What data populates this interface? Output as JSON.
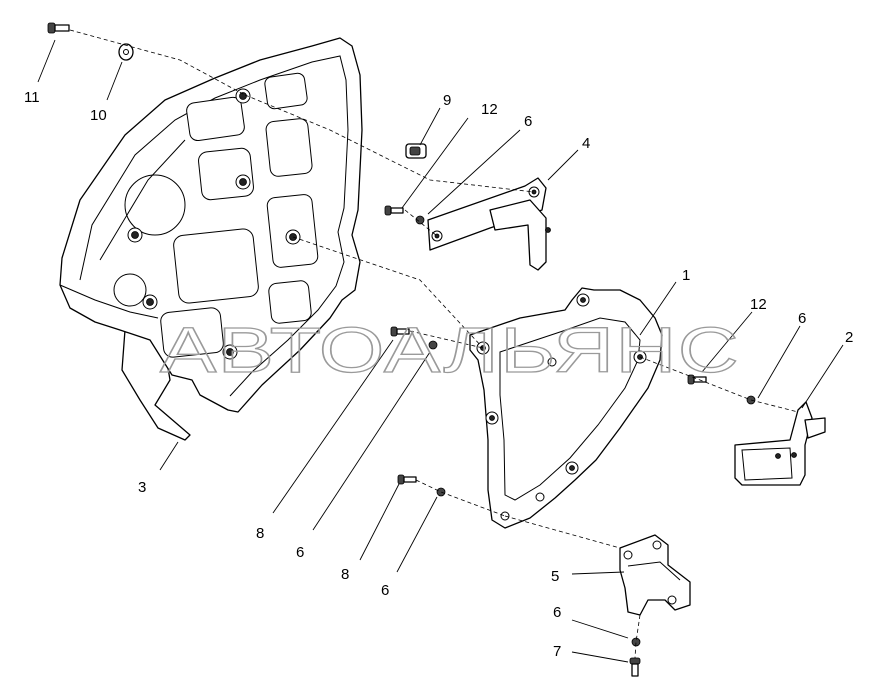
{
  "watermark": "АВТОАЛЬЯНС",
  "callouts": [
    "1",
    "2",
    "3",
    "4",
    "5",
    "6",
    "7",
    "8",
    "9",
    "10",
    "11",
    "12"
  ],
  "parts": {
    "1": "large bracket frame",
    "2": "small U-bracket",
    "3": "mud shield panel",
    "4": "angle bracket",
    "5": "mounting bracket",
    "6": "washer",
    "7": "bolt",
    "8": "bolt",
    "9": "nut",
    "10": "washer",
    "11": "bolt",
    "12": "bolt"
  }
}
